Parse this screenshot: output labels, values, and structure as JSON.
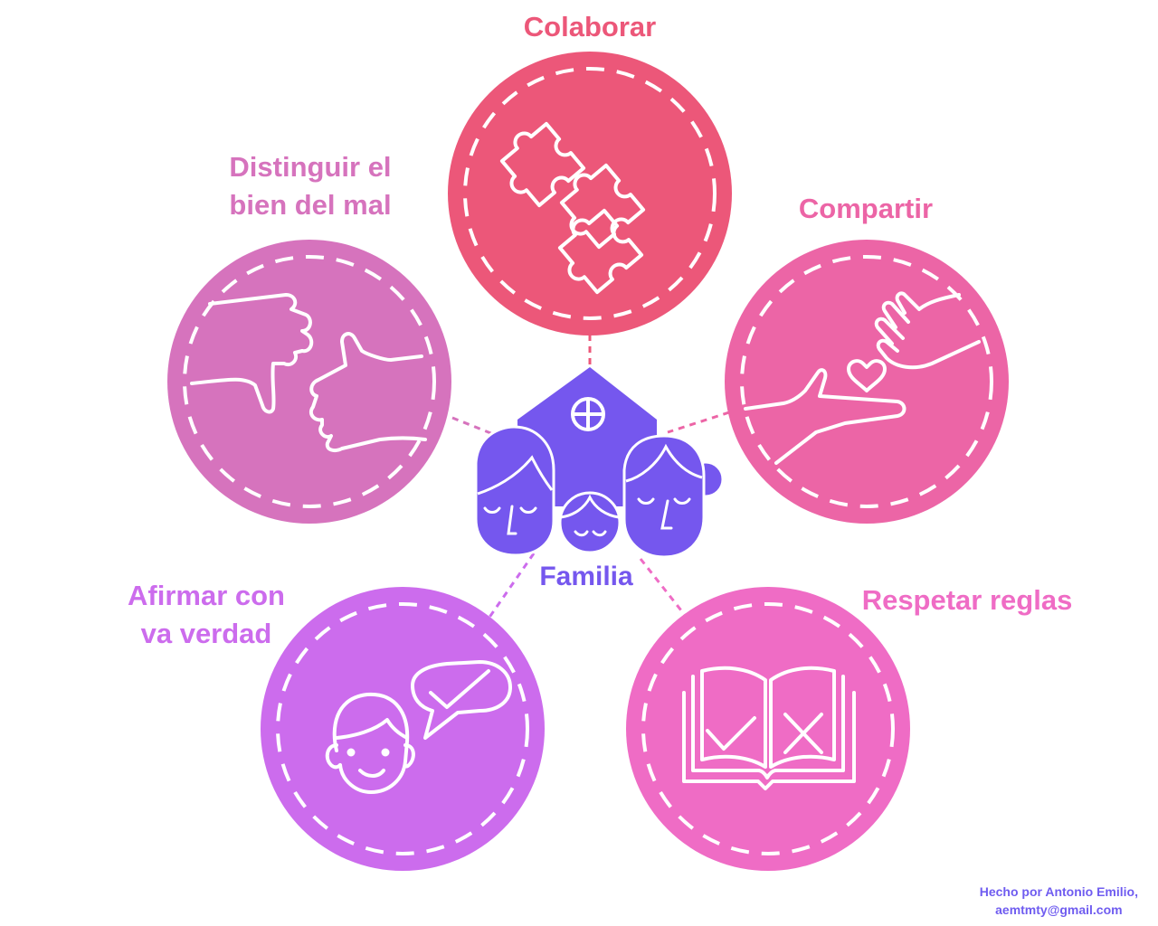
{
  "center": {
    "label": "Familia",
    "color": "#7557ee"
  },
  "nodes": [
    {
      "id": "colaborar",
      "label": "Colaborar",
      "color": "#ec5779",
      "icon": "puzzle-icon"
    },
    {
      "id": "compartir",
      "label": "Compartir",
      "color": "#ec65a6",
      "icon": "giving-hand-heart-icon"
    },
    {
      "id": "respetar",
      "label": "Respetar reglas",
      "color": "#ef6cc5",
      "icon": "rule-book-icon"
    },
    {
      "id": "afirmar",
      "label_lines": [
        "Afirmar con",
        "va verdad"
      ],
      "color": "#cc6ced",
      "icon": "speaking-person-check-icon"
    },
    {
      "id": "distinguir",
      "label_lines": [
        "Distinguir el",
        "bien del mal"
      ],
      "color": "#d673bd",
      "icon": "thumbs-down-up-icon"
    }
  ],
  "credit": {
    "line1": "Hecho por Antonio Emilio,",
    "line2": "aemtmty@gmail.com"
  }
}
